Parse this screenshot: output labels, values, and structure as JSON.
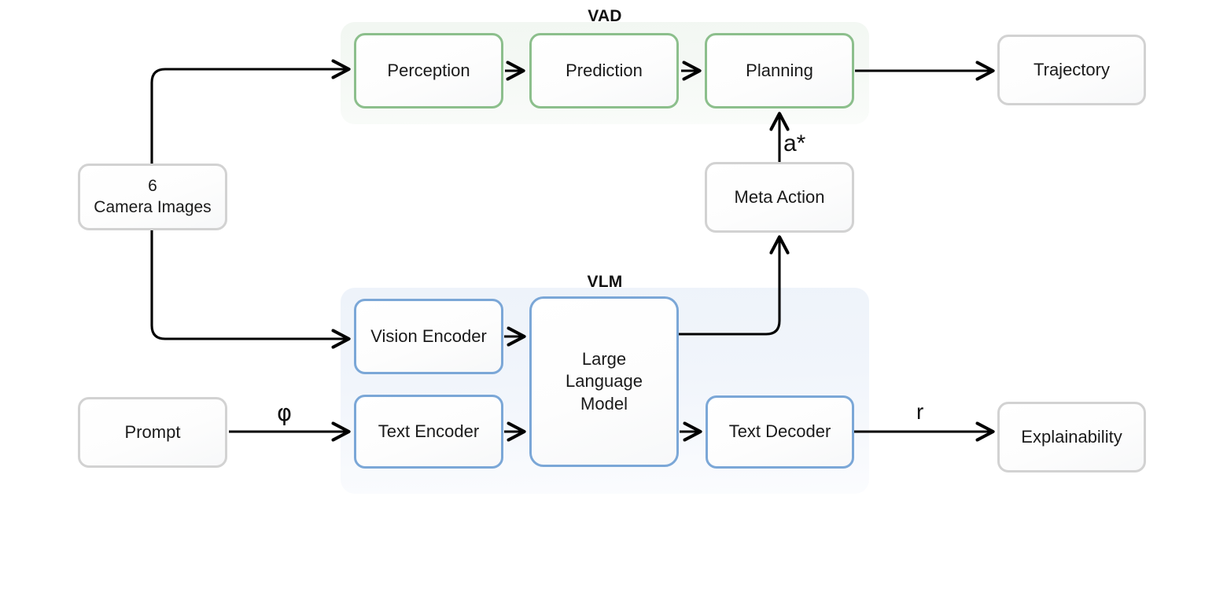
{
  "diagram": {
    "title_vad": "VAD",
    "title_vlm": "VLM",
    "nodes": {
      "camera": {
        "line1": "6",
        "line2": "Camera Images"
      },
      "perception": {
        "label": "Perception"
      },
      "prediction": {
        "label": "Prediction"
      },
      "planning": {
        "label": "Planning"
      },
      "trajectory": {
        "label": "Trajectory"
      },
      "meta_action": {
        "label": "Meta Action"
      },
      "vision_encoder": {
        "label": "Vision Encoder"
      },
      "text_encoder": {
        "label": "Text Encoder"
      },
      "llm": {
        "line1": "Large",
        "line2": "Language",
        "line3": "Model"
      },
      "text_decoder": {
        "label": "Text Decoder"
      },
      "prompt": {
        "label": "Prompt"
      },
      "explainability": {
        "label": "Explainability"
      }
    },
    "edge_labels": {
      "a_star": "a*",
      "phi": "φ",
      "r": "r"
    },
    "colors": {
      "green_border": "#8cbf8c",
      "blue_border": "#7ba7d7",
      "gray_border": "#d2d2d2",
      "vad_panel": "#f2f7f2",
      "vlm_panel": "#eef3fa",
      "arrow": "#000000",
      "text": "#1a1a1a"
    },
    "flows": [
      {
        "from": "camera",
        "to": "perception"
      },
      {
        "from": "camera",
        "to": "vision_encoder"
      },
      {
        "from": "perception",
        "to": "prediction"
      },
      {
        "from": "prediction",
        "to": "planning"
      },
      {
        "from": "planning",
        "to": "trajectory"
      },
      {
        "from": "meta_action",
        "to": "planning",
        "label": "a*"
      },
      {
        "from": "prompt",
        "to": "text_encoder",
        "label": "φ"
      },
      {
        "from": "vision_encoder",
        "to": "llm"
      },
      {
        "from": "text_encoder",
        "to": "llm"
      },
      {
        "from": "llm",
        "to": "meta_action"
      },
      {
        "from": "llm",
        "to": "text_decoder"
      },
      {
        "from": "text_decoder",
        "to": "explainability",
        "label": "r"
      }
    ]
  }
}
